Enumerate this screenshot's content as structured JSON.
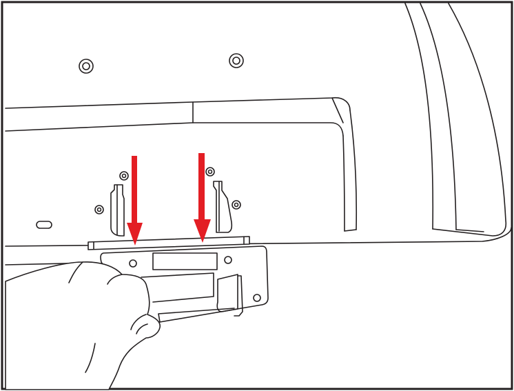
{
  "figure": {
    "subject": "monitor-stand-bracket-installation",
    "line_color": "#231f20",
    "arrow_color": "#e31e24",
    "background": "#ffffff",
    "arrows": [
      {
        "direction": "down"
      },
      {
        "direction": "down"
      }
    ]
  }
}
